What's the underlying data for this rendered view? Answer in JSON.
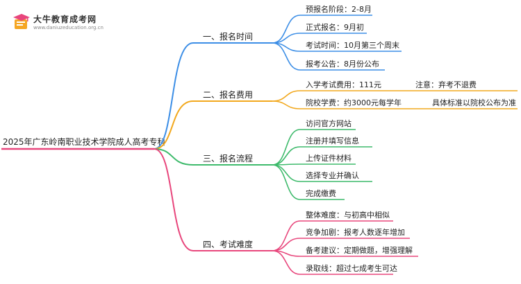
{
  "logo": {
    "title": "大牛教育成考网",
    "url": "www.daniuzeducation.org.cn",
    "icon": "graduation-cap-book-icon"
  },
  "colors": {
    "branch_1": "#3c8ee6",
    "branch_2": "#f2a81d",
    "branch_3": "#3dba6b",
    "branch_4": "#e8467c",
    "root_line": "#e8467c"
  },
  "mindmap": {
    "root": "2025年广东岭南职业技术学院成人高考专科",
    "branches": [
      {
        "label": "一、报名时间",
        "leaves": [
          {
            "text": "预报名阶段：2-8月"
          },
          {
            "text": "正式报名：9月初"
          },
          {
            "text": "考试时间：10月第三个周末"
          },
          {
            "text": "报考公告：8月份公布"
          }
        ]
      },
      {
        "label": "二、报名费用",
        "leaves": [
          {
            "text": "入学考试费用：111元",
            "note": "注意：弃考不退费"
          },
          {
            "text": "院校学费：约3000元每学年",
            "note": "具体标准以院校公布为准"
          }
        ]
      },
      {
        "label": "三、报名流程",
        "leaves": [
          {
            "text": "访问官方网站"
          },
          {
            "text": "注册并填写信息"
          },
          {
            "text": "上传证件材料"
          },
          {
            "text": "选择专业并确认"
          },
          {
            "text": "完成缴费"
          }
        ]
      },
      {
        "label": "四、考试难度",
        "leaves": [
          {
            "text": "整体难度：与初高中相似"
          },
          {
            "text": "竞争加剧：报考人数逐年增加"
          },
          {
            "text": "备考建议：定期做题，增强理解"
          },
          {
            "text": "录取线：超过七成考生可达"
          }
        ]
      }
    ]
  }
}
